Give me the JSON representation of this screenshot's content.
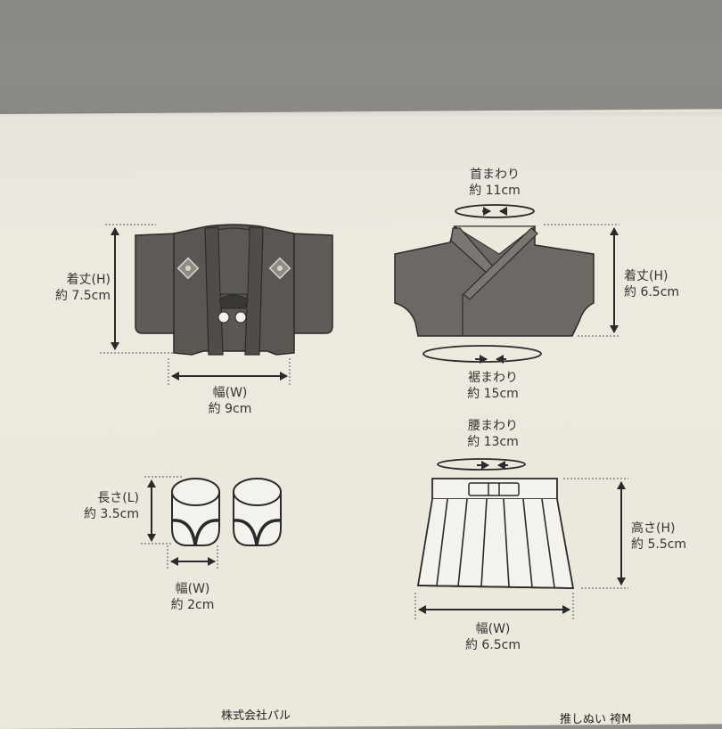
{
  "sheet": {
    "background_colors": {
      "photo_backdrop": "#8d8b87",
      "paper": "#ebe8dc",
      "garment_fill": "#5f5c58",
      "line": "#2a2a2a"
    },
    "items": [
      {
        "id": "haori",
        "name": "haori-jacket",
        "measurements": [
          {
            "label": "着丈(H)",
            "value": "約 7.5cm"
          },
          {
            "label": "幅(W)",
            "value": "約 9cm"
          }
        ]
      },
      {
        "id": "kimono",
        "name": "kimono-top",
        "measurements": [
          {
            "label": "首まわり",
            "value": "約 11cm"
          },
          {
            "label": "着丈(H)",
            "value": "約 6.5cm"
          },
          {
            "label": "裾まわり",
            "value": "約 15cm"
          }
        ]
      },
      {
        "id": "tabi",
        "name": "tabi-socks",
        "measurements": [
          {
            "label": "長さ(L)",
            "value": "約 3.5cm"
          },
          {
            "label": "幅(W)",
            "value": "約 2cm"
          }
        ]
      },
      {
        "id": "hakama",
        "name": "hakama-skirt",
        "measurements": [
          {
            "label": "腰まわり",
            "value": "約 13cm"
          },
          {
            "label": "高さ(H)",
            "value": "約 5.5cm"
          },
          {
            "label": "幅(W)",
            "value": "約 6.5cm"
          }
        ]
      }
    ],
    "footer": {
      "company": "株式会社パル",
      "product": "推しぬい 袴M"
    }
  }
}
